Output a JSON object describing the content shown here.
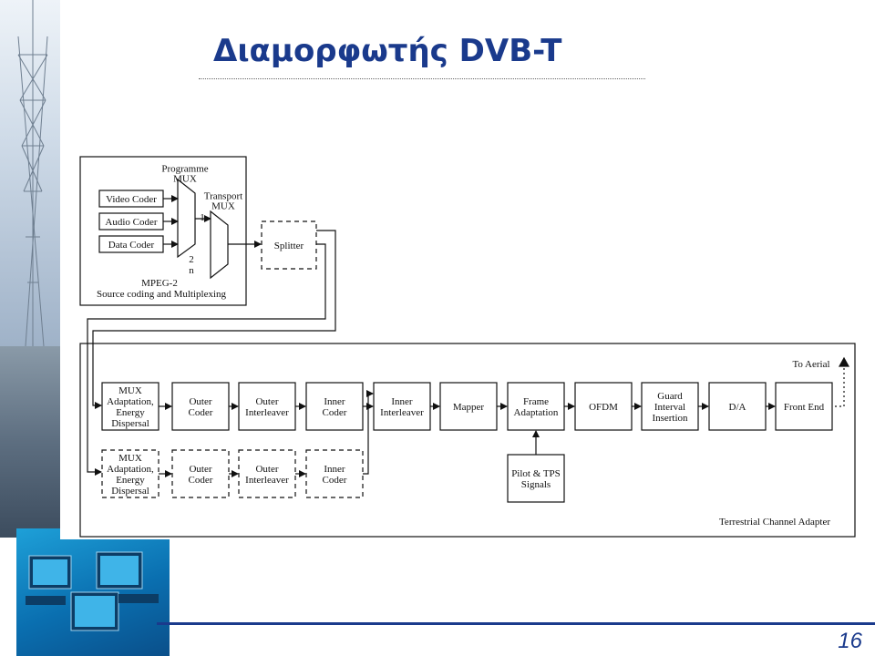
{
  "slide": {
    "title": "Διαμορφωτής DVB-T",
    "page_number": "16"
  },
  "diagram": {
    "source_box": {
      "caption_line1": "MPEG-2",
      "caption_line2": "Source coding and Multiplexing",
      "coders": [
        "Video Coder",
        "Audio Coder",
        "Data Coder"
      ],
      "programme_mux": [
        "Programme",
        "MUX"
      ],
      "transport_mux": [
        "Transport",
        "MUX"
      ],
      "input_labels": [
        "1",
        "2",
        "n"
      ]
    },
    "splitter": "Splitter",
    "main_chain": [
      [
        "MUX",
        "Adaptation,",
        "Energy",
        "Dispersal"
      ],
      [
        "Outer",
        "Coder"
      ],
      [
        "Outer",
        "Interleaver"
      ],
      [
        "Inner",
        "Coder"
      ],
      [
        "Inner",
        "Interleaver"
      ],
      [
        "Mapper"
      ],
      [
        "Frame",
        "Adaptation"
      ],
      [
        "OFDM"
      ],
      [
        "Guard",
        "Interval",
        "Insertion"
      ],
      [
        "D/A"
      ],
      [
        "Front End"
      ]
    ],
    "secondary_chain": [
      [
        "MUX",
        "Adaptation,",
        "Energy",
        "Dispersal"
      ],
      [
        "Outer",
        "Coder"
      ],
      [
        "Outer",
        "Interleaver"
      ],
      [
        "Inner",
        "Coder"
      ]
    ],
    "pilot_box": [
      "Pilot & TPS",
      "Signals"
    ],
    "to_aerial": "To Aerial",
    "adapter_caption": "Terrestrial  Channel Adapter"
  }
}
